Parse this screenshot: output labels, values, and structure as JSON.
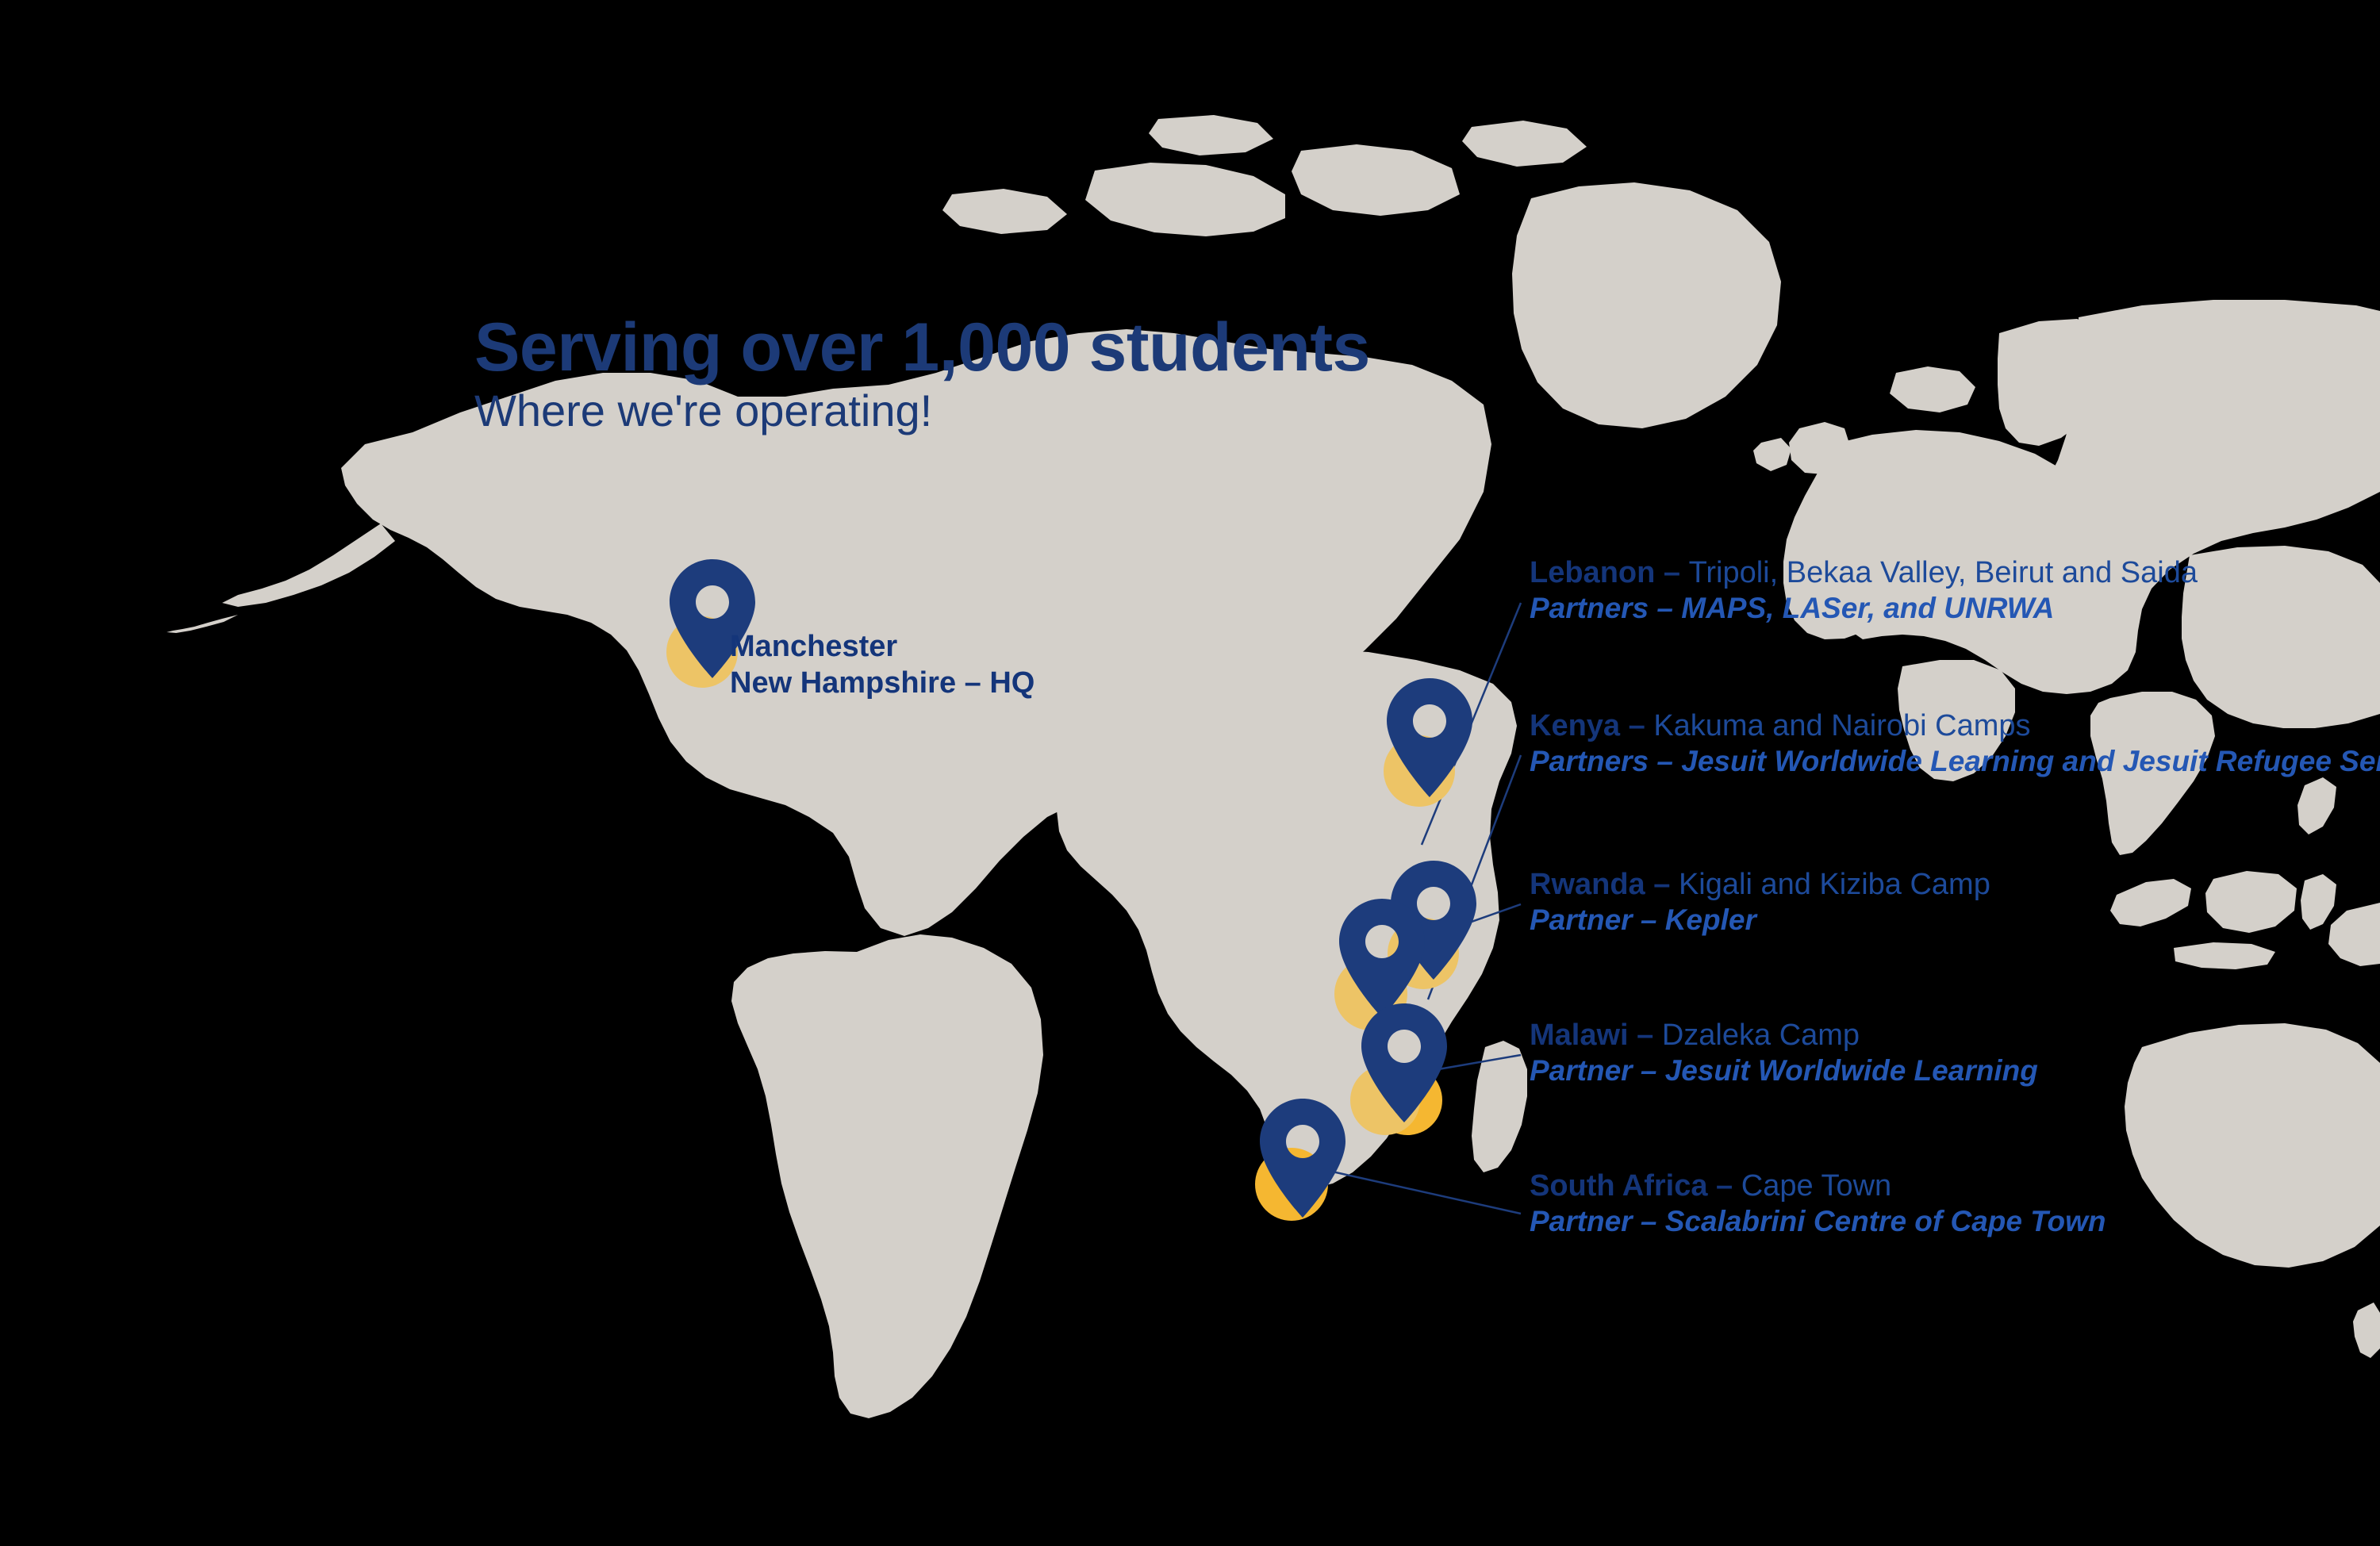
{
  "theme": {
    "background": "#000000",
    "land": "#d4d0ca",
    "brand_blue": "#1c3a77",
    "label_blue": "#1d4a9a",
    "italic_blue": "#2457b4",
    "pin_blue": "#1d3c7c",
    "pin_dot_gold": "#edc466",
    "pin_dot_gold_bright": "#f5b731"
  },
  "title": {
    "headline": "Serving over 1,000 students",
    "subhead": "Where we're operating!"
  },
  "hq": {
    "line1": "Manchester",
    "line2": "New Hampshire – HQ"
  },
  "locations": [
    {
      "id": "lebanon",
      "title_bold": "Lebanon – ",
      "title_rest": "Tripoli, Bekaa Valley, Beirut and Saida",
      "partners": "Partners – MAPS, LASer, and UNRWA"
    },
    {
      "id": "kenya",
      "title_bold": "Kenya – ",
      "title_rest": "Kakuma and Nairobi Camps",
      "partners": "Partners – Jesuit Worldwide Learning and Jesuit Refugee Service"
    },
    {
      "id": "rwanda",
      "title_bold": "Rwanda – ",
      "title_rest": "Kigali and Kiziba Camp",
      "partners": "Partner – Kepler"
    },
    {
      "id": "malawi",
      "title_bold": "Malawi – ",
      "title_rest": "Dzaleka Camp",
      "partners": "Partner – Jesuit Worldwide Learning"
    },
    {
      "id": "southafrica",
      "title_bold": "South Africa – ",
      "title_rest": "Cape Town",
      "partners": "Partner – Scalabrini Centre of Cape Town"
    }
  ],
  "pins": [
    {
      "id": "pin-manchester",
      "name": "Manchester, New Hampshire"
    },
    {
      "id": "pin-lebanon",
      "name": "Lebanon"
    },
    {
      "id": "pin-kenya",
      "name": "Kenya"
    },
    {
      "id": "pin-rwanda",
      "name": "Rwanda"
    },
    {
      "id": "pin-malawi",
      "name": "Malawi"
    },
    {
      "id": "pin-southafrica",
      "name": "South Africa"
    }
  ]
}
